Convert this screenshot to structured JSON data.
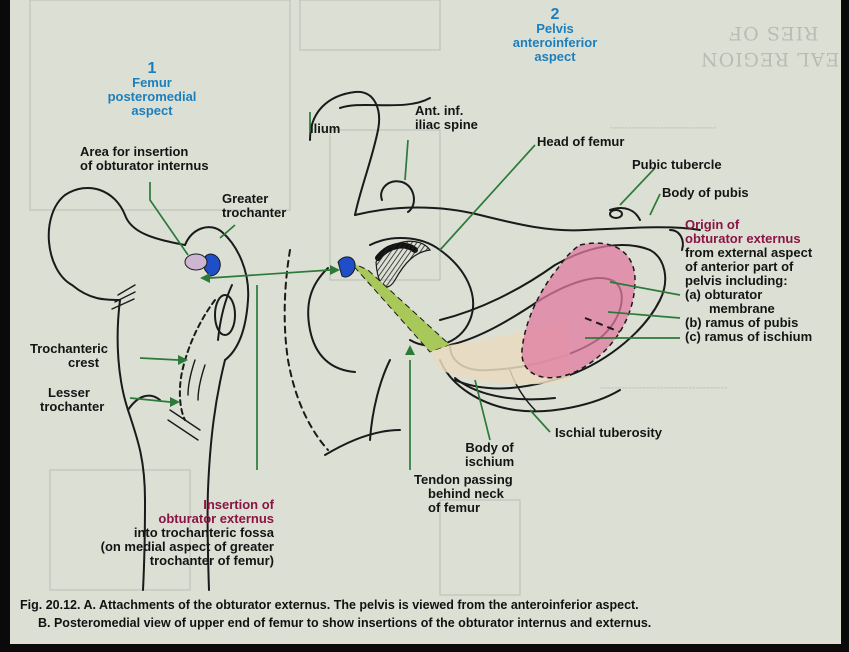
{
  "views": {
    "femur": {
      "number": "1",
      "title_line1": "Femur",
      "title_line2": "posteromedial",
      "title_line3": "aspect"
    },
    "pelvis": {
      "number": "2",
      "title_line1": "Pelvis",
      "title_line2": "anteroinferior",
      "title_line3": "aspect"
    }
  },
  "labels": {
    "area_insertion_1": "Area for insertion",
    "area_insertion_2": "of obturator internus",
    "greater_trochanter_1": "Greater",
    "greater_trochanter_2": "trochanter",
    "trochanteric_crest_1": "Trochanteric",
    "trochanteric_crest_2": "crest",
    "lesser_trochanter_1": "Lesser",
    "lesser_trochanter_2": "trochanter",
    "insertion_1": "Insertion of",
    "insertion_2": "obturator externus",
    "insertion_3": "into trochanteric fossa",
    "insertion_4": "(on medial aspect of greater",
    "insertion_5": "trochanter of femur)",
    "ilium": "Ilium",
    "ant_inf_1": "Ant. inf.",
    "ant_inf_2": "iliac spine",
    "head_of_femur": "Head of femur",
    "pubic_tubercle": "Pubic tubercle",
    "body_of_pubis": "Body of pubis",
    "origin_1": "Origin of",
    "origin_2": "obturator externus",
    "origin_3": "from external aspect",
    "origin_4": "of anterior part of",
    "origin_5": "pelvis including:",
    "origin_6": "(a) obturator",
    "origin_7": "membrane",
    "origin_8": "(b) ramus of pubis",
    "origin_9": "(c) ramus of ischium",
    "ischial_tuberosity": "Ischial tuberosity",
    "body_ischium_1": "Body  of",
    "body_ischium_2": "ischium",
    "tendon_1": "Tendon passing",
    "tendon_2": "behind neck",
    "tendon_3": "of femur"
  },
  "caption": {
    "line1": "Fig. 20.12. A. Attachments of the obturator externus. The pelvis is viewed from the anteroinferior aspect.",
    "line2": "B. Posteromedial view of upper end of femur to show insertions of the obturator internus and externus."
  },
  "colors": {
    "label_blue": "#1c7fbd",
    "label_magenta": "#8a1444",
    "origin_area_pink": "#e07aa0",
    "tendon_green": "#a9c85a",
    "insertion_blue": "#1f4fc8",
    "leader_green": "#2c7a3a"
  }
}
